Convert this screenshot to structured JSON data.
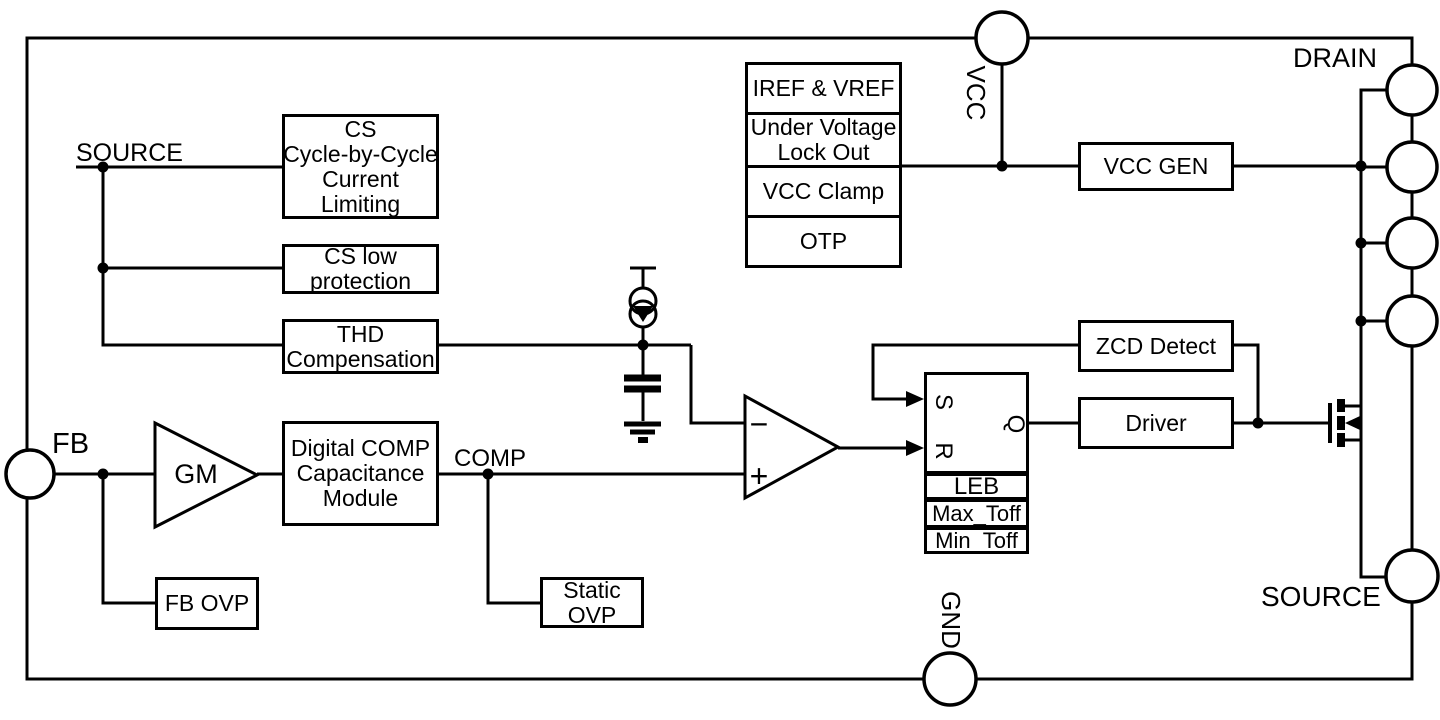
{
  "colors": {
    "ink": "#000000",
    "paper": "#ffffff"
  },
  "pins": {
    "vcc": "VCC",
    "gnd": "GND",
    "fb": "FB",
    "drain": "DRAIN",
    "source_pad": "SOURCE"
  },
  "nets": {
    "source": "SOURCE",
    "comp": "COMP"
  },
  "comparator": {
    "minus": "−",
    "plus": "+"
  },
  "gm_label": "GM",
  "sr_latch": {
    "s": "S",
    "r": "R",
    "q": "Q"
  },
  "blocks": {
    "cs_cycle": {
      "lines": [
        "CS",
        "Cycle-by-Cycle",
        "Current",
        "Limiting"
      ]
    },
    "cs_low": {
      "lines": [
        "CS low",
        "protection"
      ]
    },
    "thd": {
      "lines": [
        "THD",
        "Compensation"
      ]
    },
    "supervisor": {
      "rows": [
        {
          "lines": [
            "IREF & VREF"
          ]
        },
        {
          "lines": [
            "Under Voltage",
            "Lock Out"
          ]
        },
        {
          "lines": [
            "VCC Clamp"
          ]
        },
        {
          "lines": [
            "OTP"
          ]
        }
      ]
    },
    "vcc_gen": "VCC GEN",
    "zcd": "ZCD Detect",
    "driver": "Driver",
    "digital_comp": {
      "lines": [
        "Digital COMP",
        "Capacitance",
        "Module"
      ]
    },
    "fb_ovp": "FB OVP",
    "static_ovp": {
      "lines": [
        "Static",
        "OVP"
      ]
    },
    "timing": {
      "leb": "LEB",
      "max_toff": "Max_Toff",
      "min_toff": "Min_Toff"
    }
  }
}
